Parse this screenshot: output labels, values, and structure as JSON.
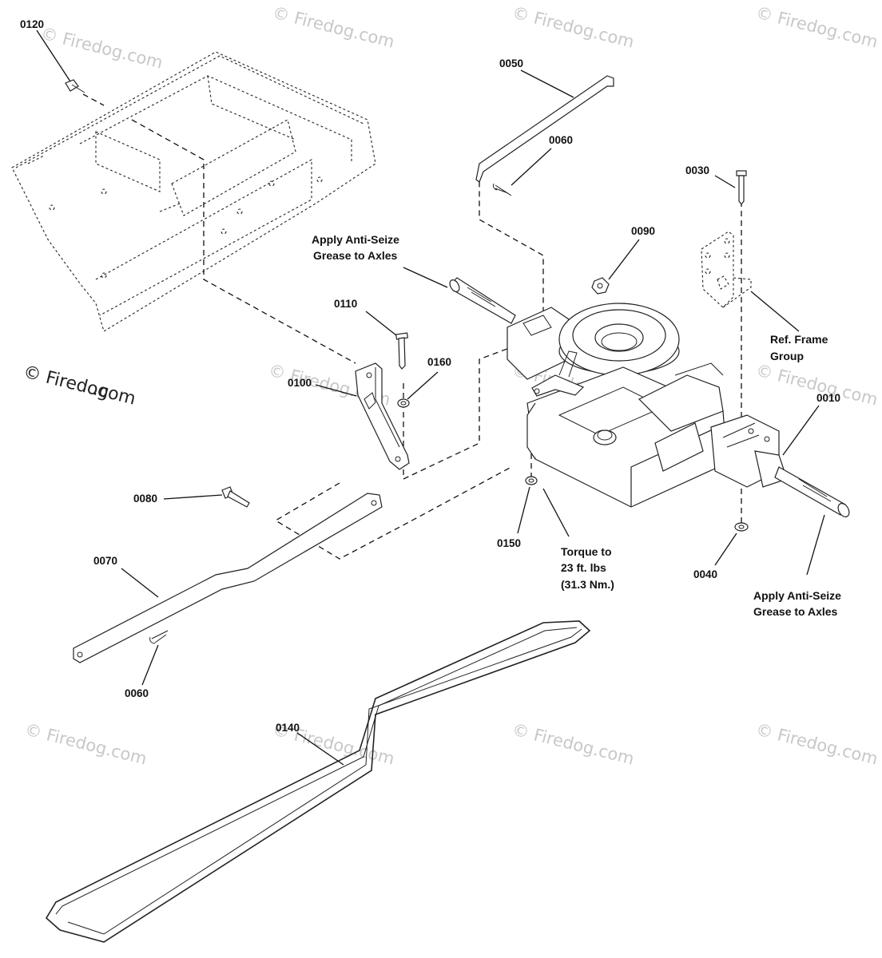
{
  "watermark": {
    "text": "© Firedog.com",
    "main_line1": "© Firedog",
    "main_line2": ".com"
  },
  "parts": {
    "p0010": "0010",
    "p0030": "0030",
    "p0040": "0040",
    "p0050": "0050",
    "p0060a": "0060",
    "p0060b": "0060",
    "p0070": "0070",
    "p0080": "0080",
    "p0090": "0090",
    "p0100": "0100",
    "p0110": "0110",
    "p0120": "0120",
    "p0140": "0140",
    "p0150": "0150",
    "p0160": "0160"
  },
  "notes": {
    "grease_top_line1": "Apply Anti-Seize",
    "grease_top_line2": "Grease to Axles",
    "frame_line1": "Ref. Frame",
    "frame_line2": "Group",
    "torque_line1": "Torque to",
    "torque_line2": "23 ft. lbs",
    "torque_line3": "(31.3 Nm.)",
    "grease_bottom_line1": "Apply Anti-Seize",
    "grease_bottom_line2": "Grease to Axles"
  }
}
